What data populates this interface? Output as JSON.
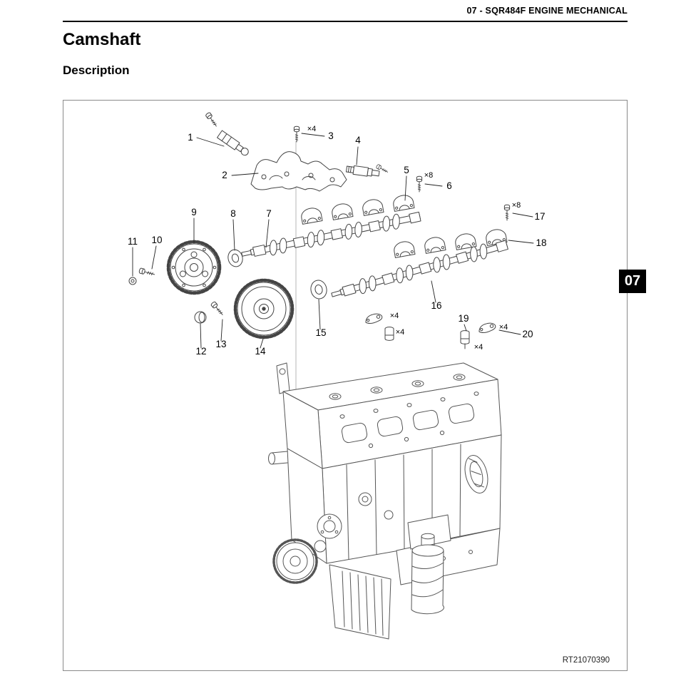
{
  "page": {
    "header": "07 - SQR484F ENGINE MECHANICAL",
    "title": "Camshaft",
    "subtitle": "Description",
    "tab": "07"
  },
  "figure": {
    "code": "RT21070390",
    "callouts": [
      {
        "label": "1"
      },
      {
        "label": "2"
      },
      {
        "label": "3"
      },
      {
        "label": "4"
      },
      {
        "label": "5"
      },
      {
        "label": "6"
      },
      {
        "label": "7"
      },
      {
        "label": "8"
      },
      {
        "label": "9"
      },
      {
        "label": "10"
      },
      {
        "label": "11"
      },
      {
        "label": "12"
      },
      {
        "label": "13"
      },
      {
        "label": "14"
      },
      {
        "label": "15"
      },
      {
        "label": "16"
      },
      {
        "label": "17"
      },
      {
        "label": "18"
      },
      {
        "label": "19"
      },
      {
        "label": "20"
      }
    ],
    "multipliers": [
      {
        "label": "×4"
      },
      {
        "label": "×8"
      },
      {
        "label": "×8"
      },
      {
        "label": "×4"
      },
      {
        "label": "×4"
      },
      {
        "label": "×4"
      },
      {
        "label": "×4"
      }
    ]
  }
}
